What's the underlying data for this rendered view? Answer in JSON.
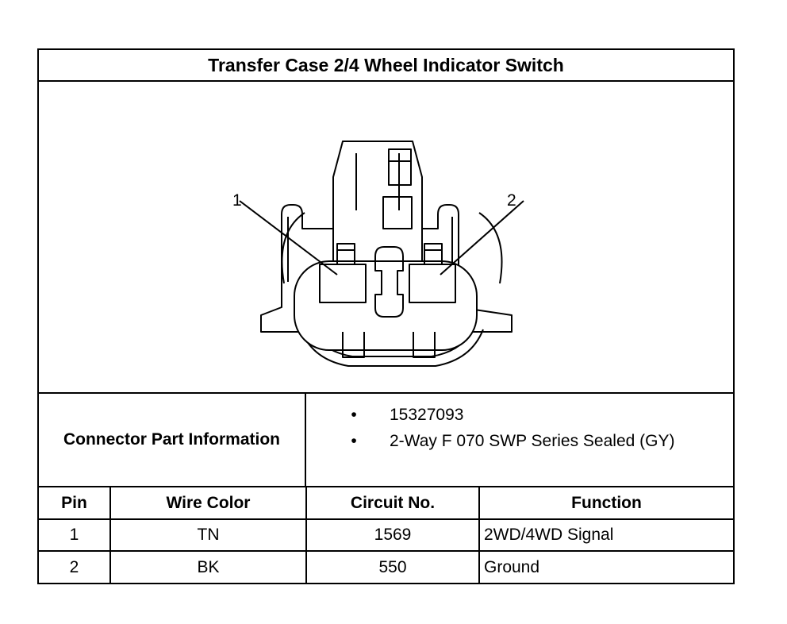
{
  "title": "Transfer Case 2/4 Wheel Indicator Switch",
  "diagram": {
    "callouts": [
      "1",
      "2"
    ]
  },
  "connector_info": {
    "label": "Connector Part Information",
    "items": [
      "15327093",
      "2-Way F 070 SWP Series Sealed (GY)"
    ]
  },
  "table": {
    "headers": [
      "Pin",
      "Wire Color",
      "Circuit No.",
      "Function"
    ],
    "rows": [
      [
        "1",
        "TN",
        "1569",
        "2WD/4WD Signal"
      ],
      [
        "2",
        "BK",
        "550",
        "Ground"
      ]
    ]
  }
}
